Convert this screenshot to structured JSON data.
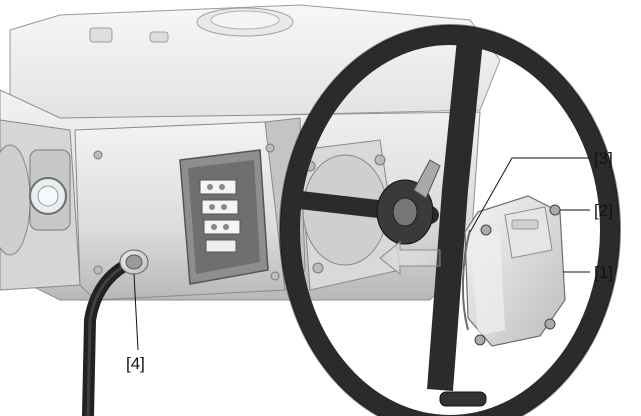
{
  "callouts": {
    "label_1": "[1]",
    "label_2": "[2]",
    "label_3": "[3]",
    "label_4": "[4]"
  },
  "icons": {
    "handwheel": "handwheel-icon",
    "cover": "terminal-cover-icon",
    "screw": "screw-icon",
    "cable": "cable-icon",
    "gland": "cable-gland-icon",
    "arrow": "insert-arrow-icon"
  },
  "colors": {
    "housing_light": "#ececec",
    "housing_mid": "#cfcfcf",
    "housing_shadow": "#a9a9a9",
    "wheel": "#2b2b2b",
    "cable": "#222222",
    "terminals": "#f4f4f4",
    "leader_lines": "#111111"
  }
}
